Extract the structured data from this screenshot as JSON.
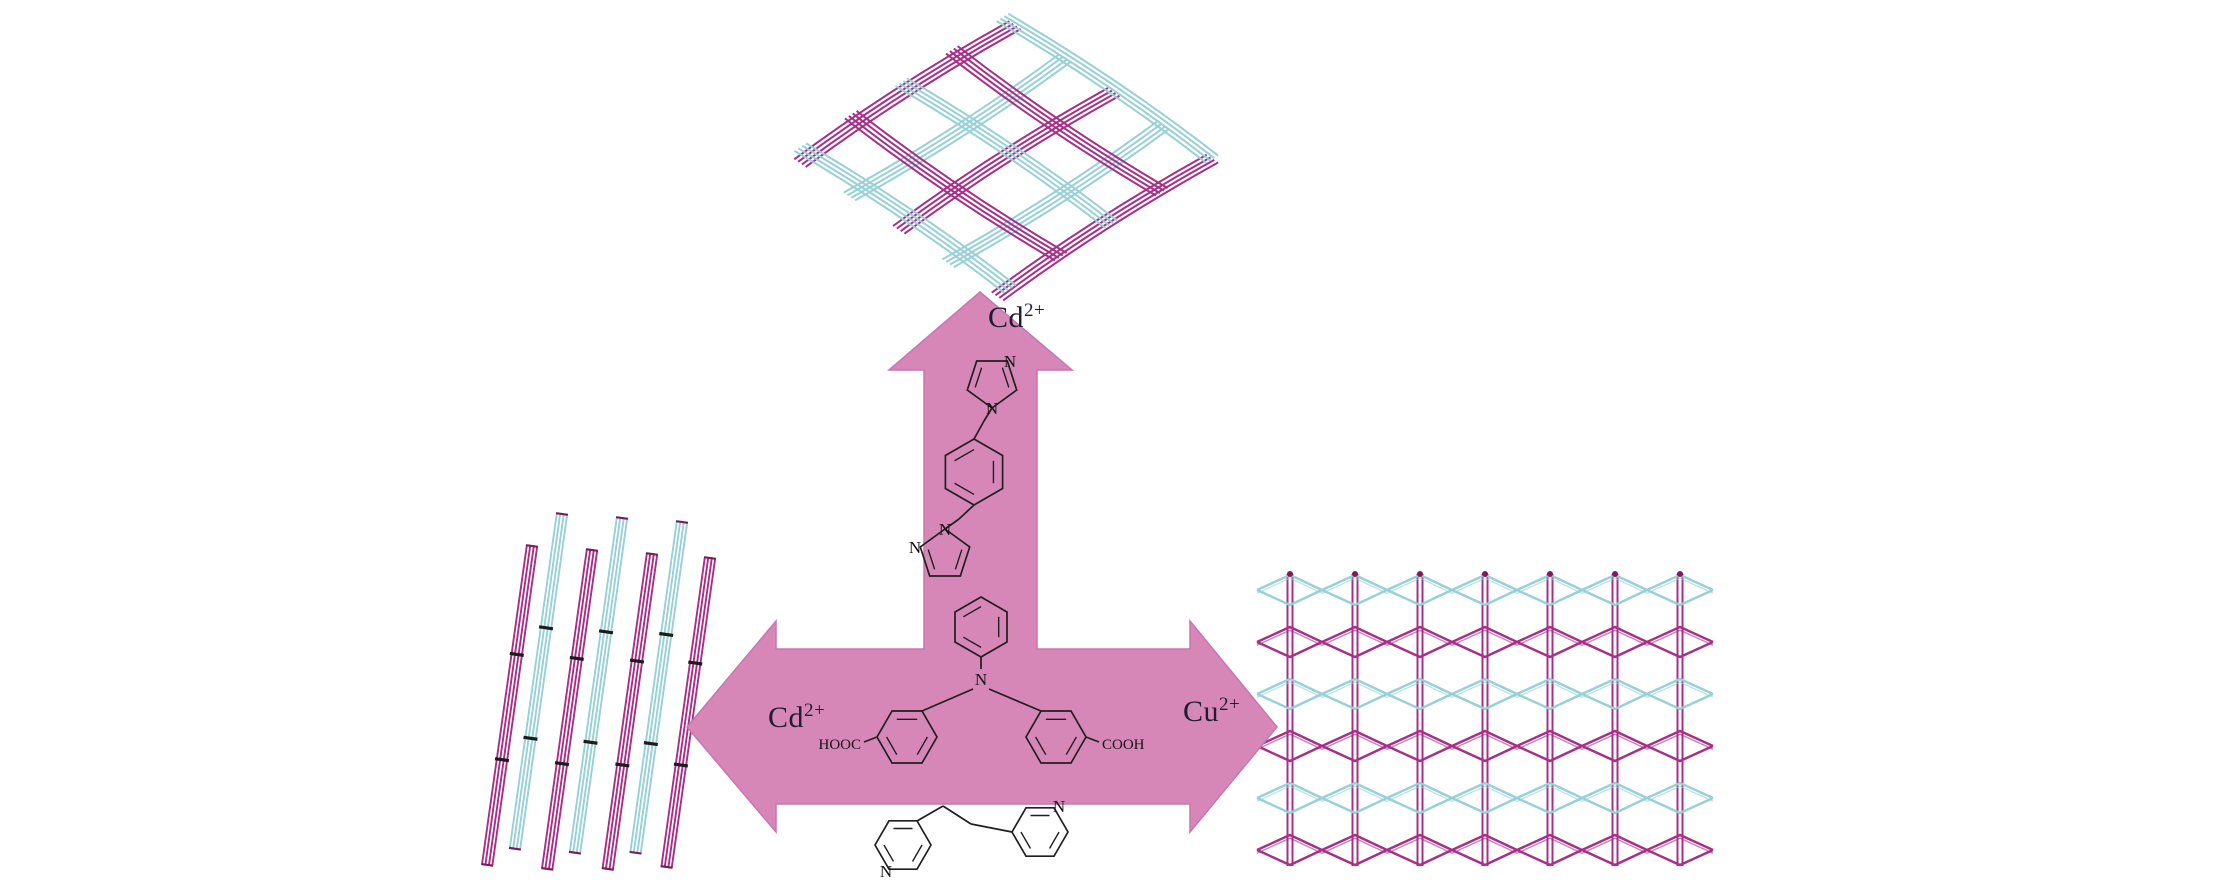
{
  "figure": {
    "arrows": {
      "up": {
        "metal": "Cd",
        "charge": "2+"
      },
      "left": {
        "metal": "Cd",
        "charge": "2+"
      },
      "right": {
        "metal": "Cu",
        "charge": "2+"
      }
    },
    "atom_labels": {
      "n": "N",
      "hooc": "HOOC",
      "cooh": "COOH"
    }
  },
  "colors": {
    "magenta": "#a62f87",
    "magenta_dark": "#7c1e55",
    "cyan": "#97d0d6",
    "arrow_pink": "#d687b8",
    "arrow_pink_edge": "#c876ab",
    "bond": "#1f1f1f",
    "label": "#1d1d35",
    "background": "#ffffff"
  }
}
